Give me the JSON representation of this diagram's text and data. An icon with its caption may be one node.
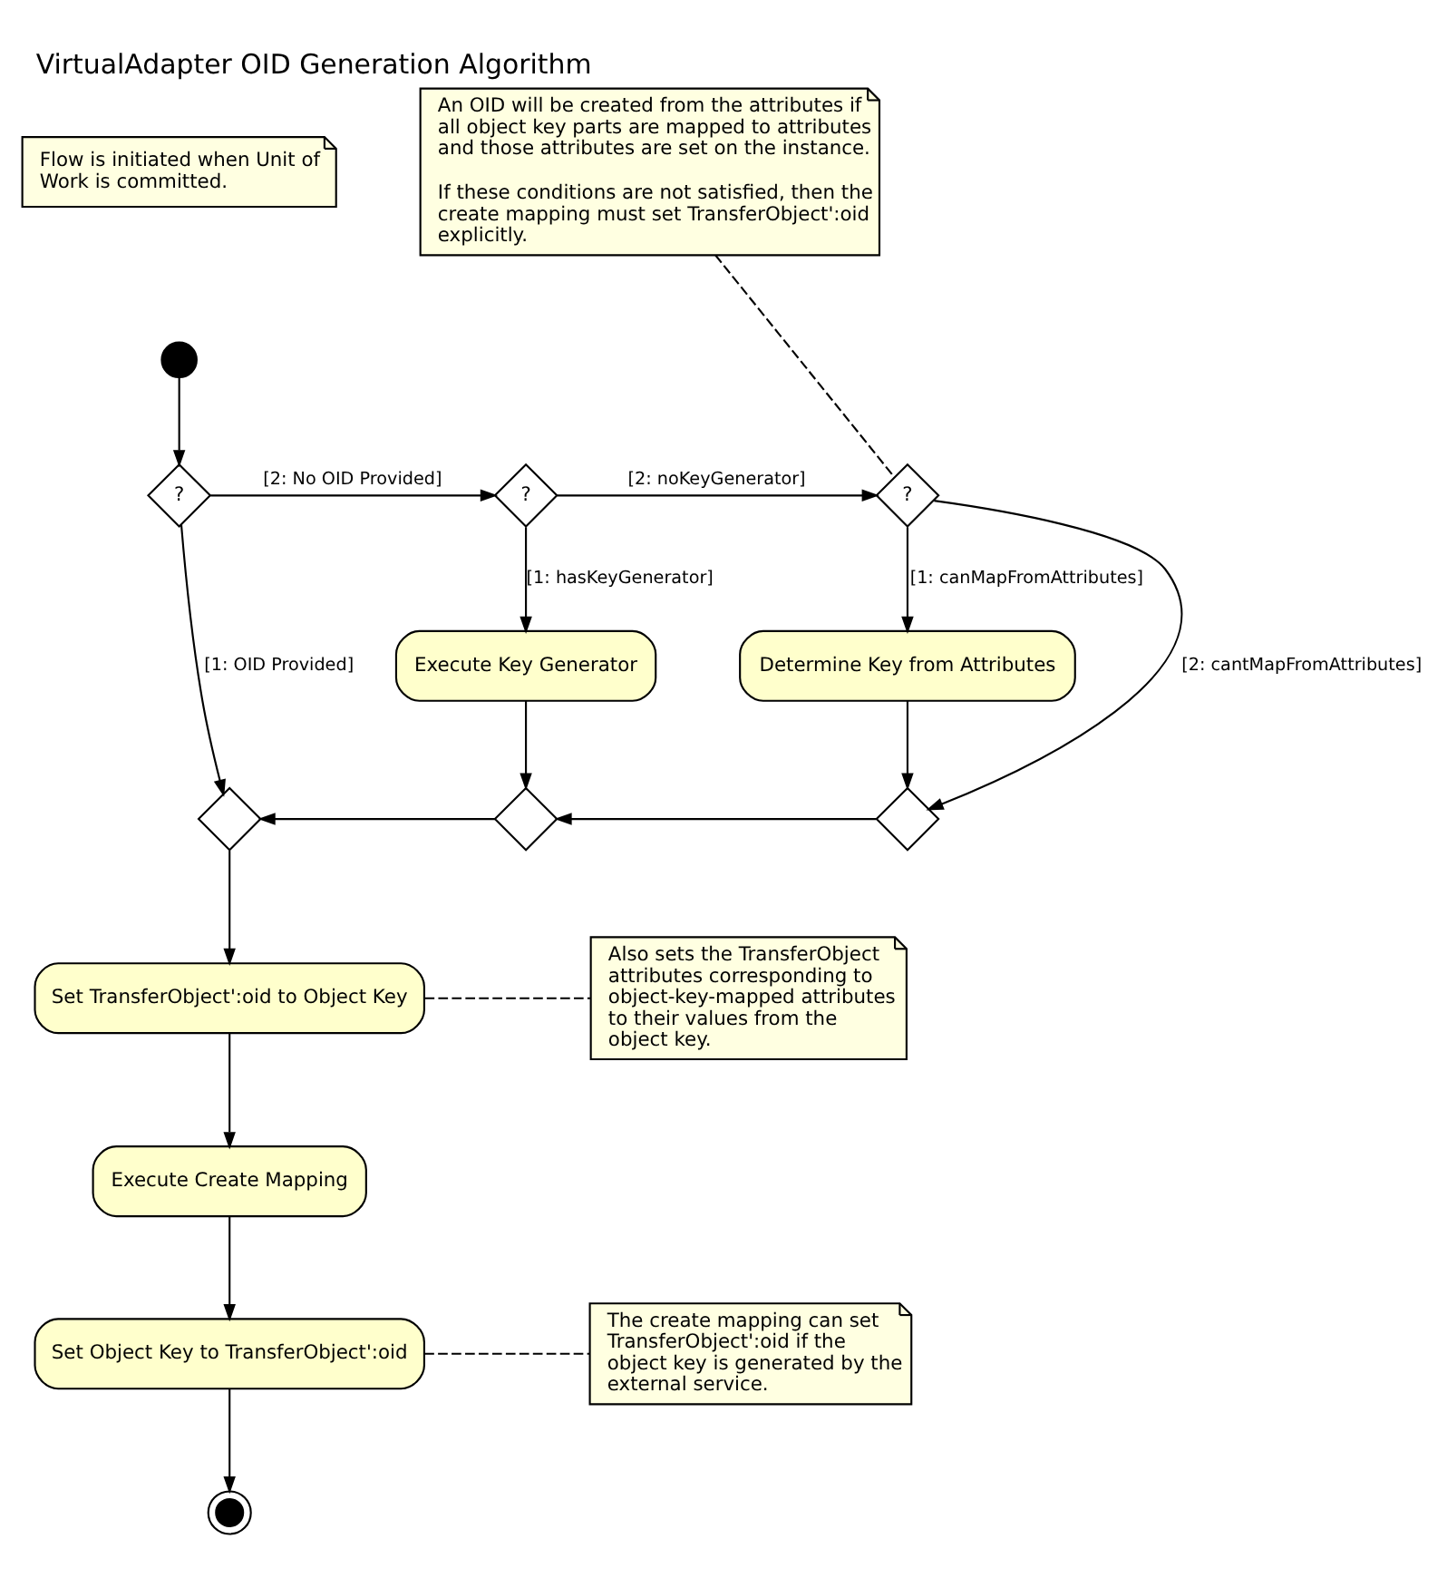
{
  "diagram": {
    "title": "VirtualAdapter OID Generation Algorithm",
    "nodes": [
      {
        "text": [
          "Flow is initiated when Unit of Work is committed."
        ]
      },
      {
        "text": [],
        "shape": "circle"
      },
      {
        "text": [
          "?"
        ]
      },
      {
        "text": [
          "?"
        ]
      },
      {
        "text": [
          "?"
        ]
      },
      {
        "text": [
          "An OID will be created from the attributes if all object key parts are mapped to attributes and those attributes are set on the instance.",
          "If these conditions are not satisfied, then the create mapping must set TransferObject':oid explicitly."
        ]
      },
      {
        "text": [
          "Execute Key Generator"
        ]
      },
      {
        "text": [
          "Determine Key from Attributes"
        ]
      },
      {
        "text": [],
        "shape": "diamond"
      },
      {
        "text": [],
        "shape": "diamond"
      },
      {
        "text": [],
        "shape": "diamond"
      },
      {
        "text": [
          "Set TransferObject':oid to Object Key"
        ]
      },
      {
        "text": [
          "Also sets the TransferObject attributes corresponding to object-key-mapped attributes to their values from the object key."
        ]
      },
      {
        "text": [
          "Execute Create Mapping"
        ]
      },
      {
        "text": [
          "Set Object Key to TransferObject':oid"
        ]
      },
      {
        "text": [
          "The create mapping can set TransferObject':oid if the object key is generated by the external service."
        ]
      },
      {
        "text": [],
        "shape": "circle"
      }
    ],
    "edges": [
      {
        "from": 1,
        "to": 2,
        "arrow": "to"
      },
      {
        "from": 2,
        "to": 3,
        "arrow": "to",
        "label": "[2: No OID Provided]"
      },
      {
        "from": 3,
        "to": 4,
        "arrow": "to",
        "label": "[2: noKeyGenerator]"
      },
      {
        "from": 2,
        "to": 8,
        "arrow": "to",
        "label": "[1: OID Provided]"
      },
      {
        "from": 3,
        "to": 6,
        "arrow": "to",
        "label": "[1: hasKeyGenerator]"
      },
      {
        "from": 4,
        "to": 7,
        "arrow": "to",
        "label": "[1: canMapFromAttributes]"
      },
      {
        "from": 4,
        "to": 10,
        "arrow": "to",
        "label": "[2: cantMapFromAttributes]"
      },
      {
        "from": 6,
        "to": 9,
        "arrow": "to"
      },
      {
        "from": 7,
        "to": 10,
        "arrow": "to"
      },
      {
        "from": 10,
        "to": 9,
        "arrow": "to"
      },
      {
        "from": 9,
        "to": 8,
        "arrow": "to"
      },
      {
        "from": 8,
        "to": 11,
        "arrow": "to"
      },
      {
        "from": 11,
        "to": 13,
        "arrow": "to"
      },
      {
        "from": 13,
        "to": 14,
        "arrow": "to"
      },
      {
        "from": 14,
        "to": 16,
        "arrow": "to"
      },
      {
        "from": 5,
        "to": 4,
        "arrow": "none",
        "style": "dashed"
      },
      {
        "from": 11,
        "to": 12,
        "arrow": "none",
        "style": "dashed"
      },
      {
        "from": 14,
        "to": 15,
        "arrow": "none",
        "style": "dashed"
      }
    ]
  }
}
